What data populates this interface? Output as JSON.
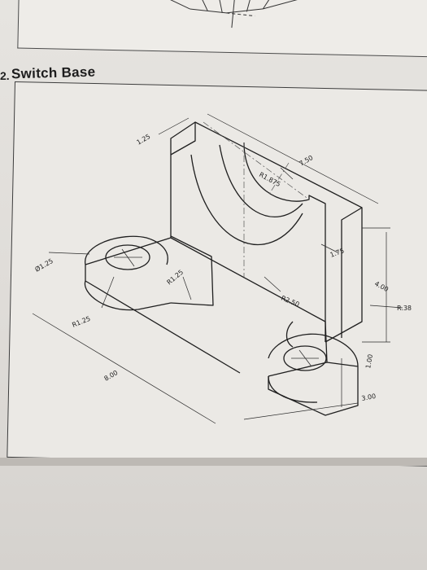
{
  "exercise": {
    "number": "2.",
    "title": "Switch Base"
  },
  "dimensions": {
    "top_width": "1.25",
    "total_depth": "7.50",
    "arc_inner_radius": "R1.875",
    "slot_width": "1.75",
    "height": "4.00",
    "corner_radius": "R.38",
    "hole_diameter": "Ø1.25",
    "lug_radius": "R1.25",
    "fillet_radius": "R1.25",
    "arc_outer_radius": "R2.50",
    "base_thickness": "1.00",
    "total_length": "8.00",
    "base_width": "3.00"
  }
}
